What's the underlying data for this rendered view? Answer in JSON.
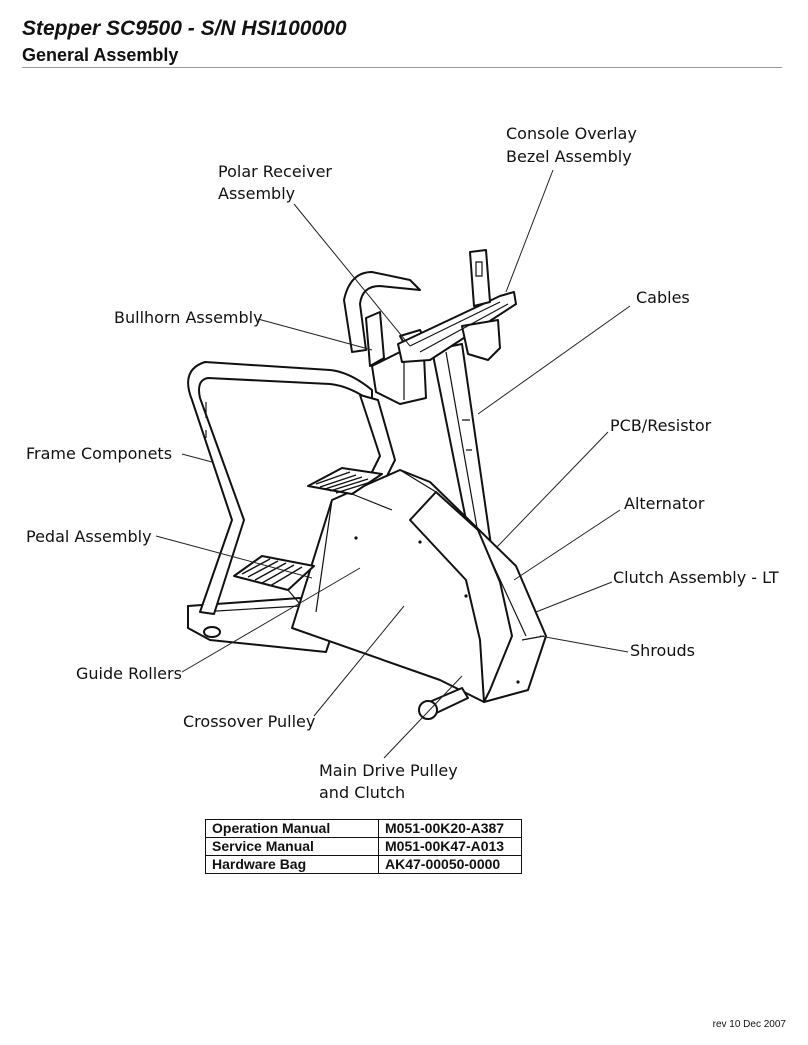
{
  "header": {
    "title": "Stepper SC9500 - S/N HSI100000",
    "subtitle": "General Assembly"
  },
  "callouts": [
    {
      "id": "console-overlay",
      "lines": [
        "Console Overlay",
        "Bezel Assembly"
      ]
    },
    {
      "id": "polar-receiver",
      "lines": [
        "Polar Receiver",
        "Assembly"
      ]
    },
    {
      "id": "cables",
      "lines": [
        "Cables"
      ]
    },
    {
      "id": "bullhorn",
      "lines": [
        "Bullhorn Assembly"
      ]
    },
    {
      "id": "pcb-resistor",
      "lines": [
        "PCB/Resistor"
      ]
    },
    {
      "id": "frame",
      "lines": [
        "Frame Componets"
      ]
    },
    {
      "id": "alternator",
      "lines": [
        "Alternator"
      ]
    },
    {
      "id": "pedal",
      "lines": [
        "Pedal Assembly"
      ]
    },
    {
      "id": "clutch",
      "lines": [
        "Clutch Assembly - LT"
      ]
    },
    {
      "id": "shrouds",
      "lines": [
        "Shrouds"
      ]
    },
    {
      "id": "guide-rollers",
      "lines": [
        "Guide Rollers"
      ]
    },
    {
      "id": "crossover-pulley",
      "lines": [
        "Crossover Pulley"
      ]
    },
    {
      "id": "main-drive",
      "lines": [
        "Main Drive Pulley",
        "and Clutch"
      ]
    }
  ],
  "parts_table": {
    "rows": [
      {
        "name": "Operation Manual",
        "number": "M051-00K20-A387"
      },
      {
        "name": "Service Manual",
        "number": "M051-00K47-A013"
      },
      {
        "name": "Hardware Bag",
        "number": "AK47-00050-0000"
      }
    ]
  },
  "footer": {
    "revision": "rev 10 Dec 2007"
  }
}
